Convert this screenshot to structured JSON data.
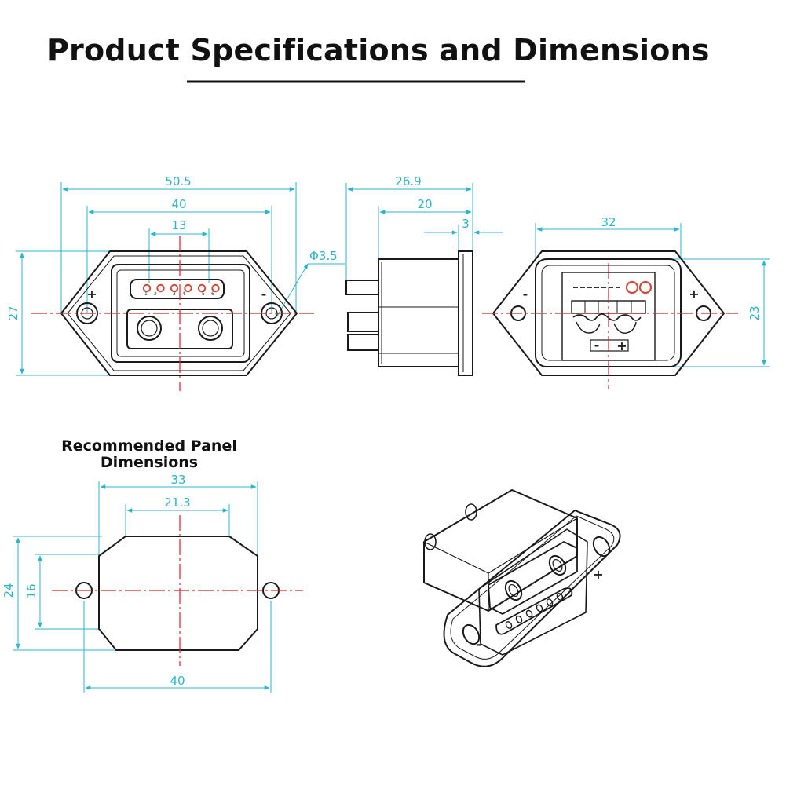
{
  "title": "Product Specifications and Dimensions",
  "panel_title_line1": "Recommended Panel",
  "panel_title_line2": "Dimensions",
  "colors": {
    "dimension": "#2bb5c8",
    "centerline": "#e0202a",
    "outline": "#1a1a1a",
    "contact": "#d24b3a"
  },
  "front_view": {
    "overall_width": "50.5",
    "mount_hole_spacing": "40",
    "signal_width": "13",
    "hole_diameter": "Φ3.5",
    "height": "27",
    "plus_mark": "+",
    "minus_mark": "-",
    "pin_numbers": [
      "1",
      "2",
      "3",
      "4",
      "5",
      "6"
    ]
  },
  "side_view": {
    "overall_depth": "26.9",
    "body_depth": "20",
    "flange_thickness": "3"
  },
  "rear_view": {
    "body_width": "32",
    "body_height": "23",
    "plus_mark": "+",
    "minus_mark": "-",
    "label_minus": "-",
    "label_plus": "+"
  },
  "panel": {
    "cutout_width": "33",
    "inner_width": "21.3",
    "cutout_height": "24",
    "inner_height": "16",
    "hole_spacing": "40"
  },
  "iso_view": {
    "plus_mark": "+",
    "minus_mark": "-"
  }
}
